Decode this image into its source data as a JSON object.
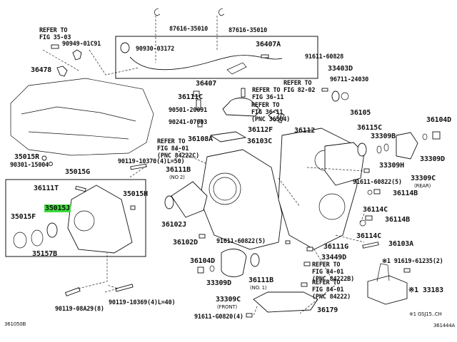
{
  "diagram": {
    "title_code_left": "361050B",
    "title_code_right": "361444A",
    "footnote": "※1 GSJ15..CH",
    "highlight_color": "#3ddc3d",
    "labels": [
      {
        "id": "ref_35_03",
        "text": "REFER TO\nFIG 35-03"
      },
      {
        "id": "p90949_01c91",
        "text": "90949-01C91"
      },
      {
        "id": "p36478",
        "text": "36478"
      },
      {
        "id": "p87616_a",
        "text": "87616-35010"
      },
      {
        "id": "p87616_b",
        "text": "87616-35010"
      },
      {
        "id": "p90930_03172",
        "text": "90930-03172"
      },
      {
        "id": "p36407a",
        "text": "36407A"
      },
      {
        "id": "p36407",
        "text": "36407"
      },
      {
        "id": "p91611_60828",
        "text": "91611-60828"
      },
      {
        "id": "p33403d",
        "text": "33403D"
      },
      {
        "id": "p96711_24030",
        "text": "96711-24030"
      },
      {
        "id": "ref_82_02",
        "text": "REFER TO\nFIG 82-02"
      },
      {
        "id": "ref_36_11_a",
        "text": "REFER TO\nFIG 36-11"
      },
      {
        "id": "p36111c",
        "text": "36111C"
      },
      {
        "id": "p90501_20091",
        "text": "90501-20091"
      },
      {
        "id": "ref_36_11_b",
        "text": "REFER TO\nFIG 36-11\n(PNC 36304)"
      },
      {
        "id": "p90241_07003",
        "text": "90241-07003"
      },
      {
        "id": "p36112f",
        "text": "36112F"
      },
      {
        "id": "p36105",
        "text": "36105"
      },
      {
        "id": "p36104d_r",
        "text": "36104D"
      },
      {
        "id": "p36115c",
        "text": "36115C"
      },
      {
        "id": "p33309b",
        "text": "33309B"
      },
      {
        "id": "p33309h",
        "text": "33309H"
      },
      {
        "id": "p33309d_r",
        "text": "33309D"
      },
      {
        "id": "p33309c_r",
        "text": "33309C"
      },
      {
        "id": "rear",
        "text": "(REAR)"
      },
      {
        "id": "p36108a",
        "text": "36108A"
      },
      {
        "id": "p36103c",
        "text": "36103C"
      },
      {
        "id": "p36112",
        "text": "36112"
      },
      {
        "id": "ref_84_01_a",
        "text": "REFER TO\nFIG 84-01\n(PNC 84222C)"
      },
      {
        "id": "p35015r",
        "text": "35015R"
      },
      {
        "id": "p90301_15004",
        "text": "90301-15004"
      },
      {
        "id": "p90119_10370",
        "text": "90119-10370(4)L=50)"
      },
      {
        "id": "p36111b_2",
        "text": "36111B"
      },
      {
        "id": "no2",
        "text": "(NO 2)"
      },
      {
        "id": "p35015g",
        "text": "35015G"
      },
      {
        "id": "p36111t",
        "text": "36111T"
      },
      {
        "id": "p35015h",
        "text": "35015H"
      },
      {
        "id": "p35015j",
        "text": "35015J"
      },
      {
        "id": "p35015f",
        "text": "35015F"
      },
      {
        "id": "p35157b",
        "text": "35157B"
      },
      {
        "id": "p91611_60822_a",
        "text": "91611-60822(5)"
      },
      {
        "id": "p36114b_a",
        "text": "36114B"
      },
      {
        "id": "p36114c_a",
        "text": "36114C"
      },
      {
        "id": "p36114b_b",
        "text": "36114B"
      },
      {
        "id": "p36114c_b",
        "text": "36114C"
      },
      {
        "id": "p36103a",
        "text": "36103A"
      },
      {
        "id": "p36102j",
        "text": "36102J"
      },
      {
        "id": "p36102d",
        "text": "36102D"
      },
      {
        "id": "p91611_60822_b",
        "text": "91611-60822(5)"
      },
      {
        "id": "p36111g",
        "text": "36111G"
      },
      {
        "id": "p33449d",
        "text": "33449D"
      },
      {
        "id": "ref_84_01_b",
        "text": "REFER TO\nFIG 84-01\n(PNC 84222B)"
      },
      {
        "id": "ref_84_01_c",
        "text": "REFER TO\nFIG 84-01\n(PNC 84222)"
      },
      {
        "id": "p91619_61235",
        "text": "※1 91619-61235(2)"
      },
      {
        "id": "p33183",
        "text": "※1 33183"
      },
      {
        "id": "p36104d_f",
        "text": "36104D"
      },
      {
        "id": "p33309d_f",
        "text": "33309D"
      },
      {
        "id": "p33309c_f",
        "text": "33309C"
      },
      {
        "id": "front",
        "text": "(FRONT)"
      },
      {
        "id": "p36111b_1",
        "text": "36111B"
      },
      {
        "id": "no1",
        "text": "(NO. 1)"
      },
      {
        "id": "p36179",
        "text": "36179"
      },
      {
        "id": "p91611_g0820",
        "text": "91611-G0820(4)"
      },
      {
        "id": "p90119_08a29",
        "text": "90119-08A29(8)"
      },
      {
        "id": "p90119_10369",
        "text": "90119-10369(4)L=40)"
      }
    ]
  }
}
